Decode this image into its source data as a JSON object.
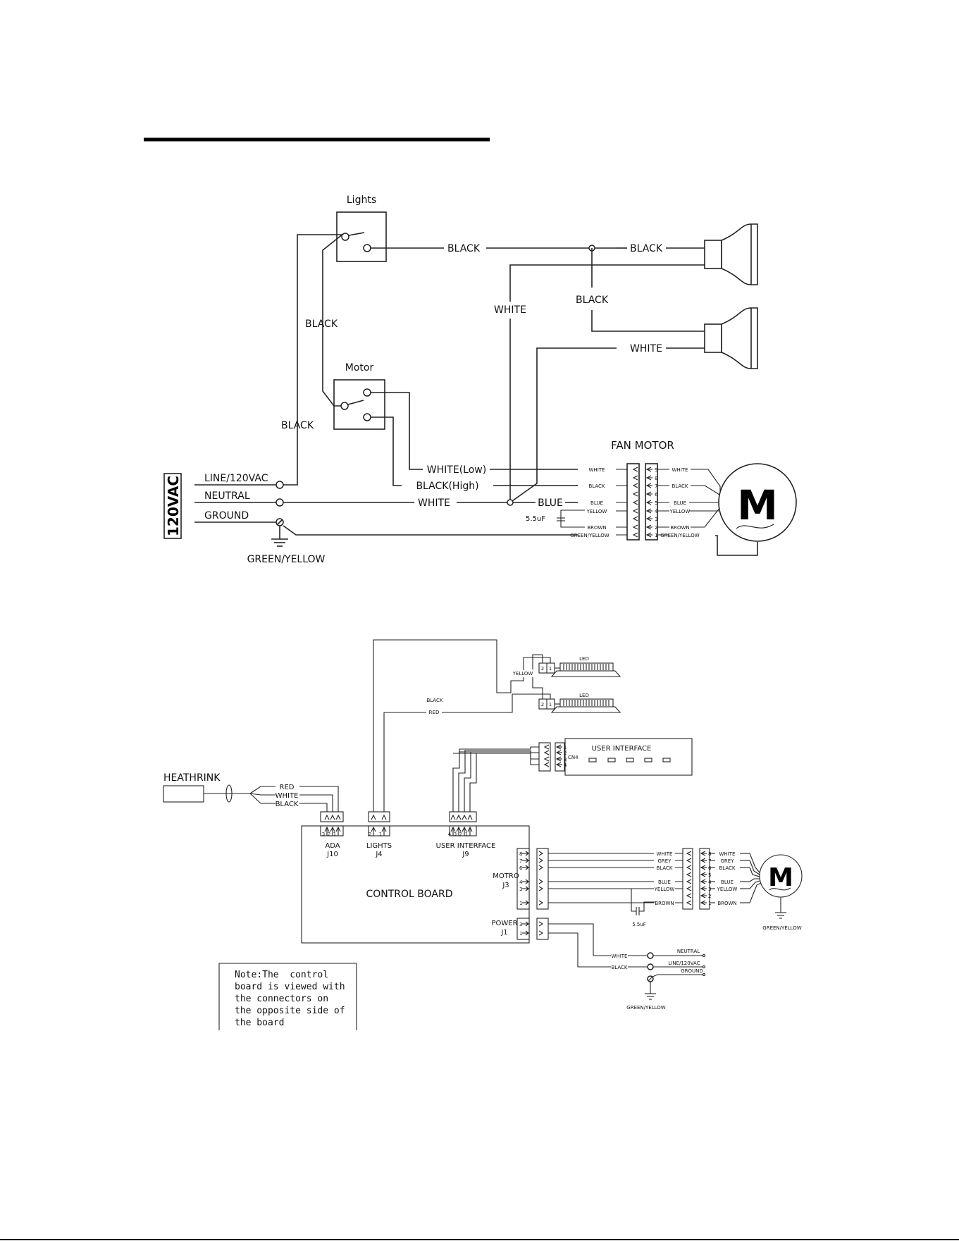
{
  "top": {
    "switches": {
      "lights": "Lights",
      "motor": "Motor"
    },
    "wires": {
      "black_lights_out": "BLACK",
      "black_lamp1": "BLACK",
      "black_drop": "BLACK",
      "white_vertical": "WHITE",
      "white_lamp2": "WHITE",
      "black_between": "BLACK",
      "black_line": "BLACK",
      "white_low": "WHITE(Low)",
      "black_high": "BLACK(High)",
      "white_neutral": "WHITE",
      "blue": "BLUE"
    },
    "supply": {
      "voltage": "120VAC",
      "line": "LINE/120VAC",
      "neutral": "NEUTRAL",
      "ground": "GROUND",
      "ground_wire": "GREEN/YELLOW"
    },
    "fan_motor": {
      "title": "FAN MOTOR",
      "motor_symbol": "M",
      "capacitor": "5.5uF",
      "left_wires": [
        "WHITE",
        "BLACK",
        "BLUE",
        "YELLOW",
        "BROWN",
        "GREEN/YELLOW"
      ],
      "pins": [
        "9",
        "8",
        "7",
        "6",
        "5",
        "4",
        "3",
        "2",
        "1"
      ],
      "right_wires": [
        "WHITE",
        "BLACK",
        "BLUE",
        "YELLOW",
        "BROWN",
        "GREEN/YELLOW"
      ]
    }
  },
  "bottom": {
    "led_top": "LED",
    "led_bottom": "LED",
    "led_yellow": "YELLOW",
    "led_pins_top": [
      "2",
      "1"
    ],
    "led_pins_bottom": [
      "2",
      "1"
    ],
    "wire_black": "BLACK",
    "wire_red": "RED",
    "ui": {
      "title": "USER INTERFACE",
      "connector": "CN4",
      "pins": [
        "1",
        "2",
        "3",
        "4"
      ]
    },
    "heathrink": {
      "label": "HEATHRINK",
      "wires": [
        "RED",
        "WHITE",
        "BLACK"
      ]
    },
    "board": {
      "title": "CONTROL BOARD",
      "ada": {
        "pins": [
          "3",
          "2",
          "1"
        ],
        "name": "ADA",
        "ref": "J10"
      },
      "lights": {
        "pins": [
          "2",
          "1"
        ],
        "name": "LIGHTS",
        "ref": "J4"
      },
      "ui_conn": {
        "pins": [
          "4",
          "3",
          "2",
          "1"
        ],
        "name": "USER INTERFACE",
        "ref": "J9"
      },
      "motor": {
        "name": "MOTRO",
        "ref": "J3",
        "pins": [
          "8",
          "7",
          "6",
          "4",
          "3",
          "1"
        ]
      },
      "power": {
        "name": "POWER",
        "ref": "J1",
        "pins": [
          "3",
          "1"
        ]
      }
    },
    "motor_wires": {
      "left": [
        "WHITE",
        "GREY",
        "BLACK",
        "BLUE",
        "YELLOW",
        "BROWN"
      ],
      "pins": [
        "8",
        "7",
        "6",
        "5",
        "4",
        "3",
        "2",
        "1"
      ],
      "right": [
        "WHITE",
        "GREY",
        "BLACK",
        "BLUE",
        "YELLOW",
        "BROWN"
      ],
      "motor_symbol": "M",
      "capacitor": "5.5uF",
      "ground": "GREEN/YELLOW"
    },
    "power_wires": {
      "white": "WHITE",
      "black": "BLACK",
      "neutral": "NEUTRAL",
      "line": "LINE/120VAC",
      "ground": "GROUND",
      "ground_wire": "GREEN/YELLOW"
    },
    "note": [
      "Note:The  control",
      "board is viewed with",
      "the connectors on",
      "the opposite side of",
      "the board"
    ]
  }
}
